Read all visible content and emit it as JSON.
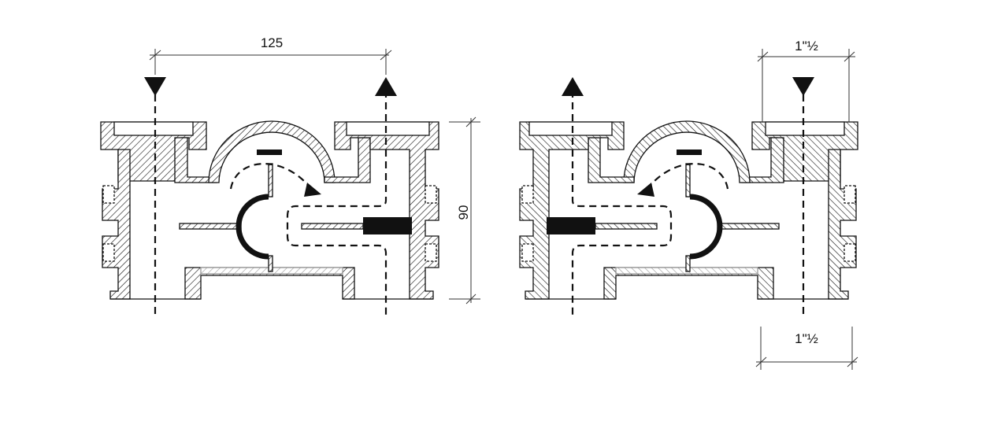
{
  "dimensions": {
    "width_label": "125",
    "height_label": "90",
    "port_top_label": "1\"½",
    "port_bottom_label": "1\"½"
  },
  "colors": {
    "ink": "#111111",
    "paper": "#ffffff",
    "hatch_light": "#9a9a9a"
  },
  "valves": [
    {
      "name": "left-valve-flow-right",
      "inlet_arrow": "down",
      "outlet_arrow": "up"
    },
    {
      "name": "right-valve-flow-left",
      "inlet_arrow": "down",
      "outlet_arrow": "up"
    }
  ]
}
